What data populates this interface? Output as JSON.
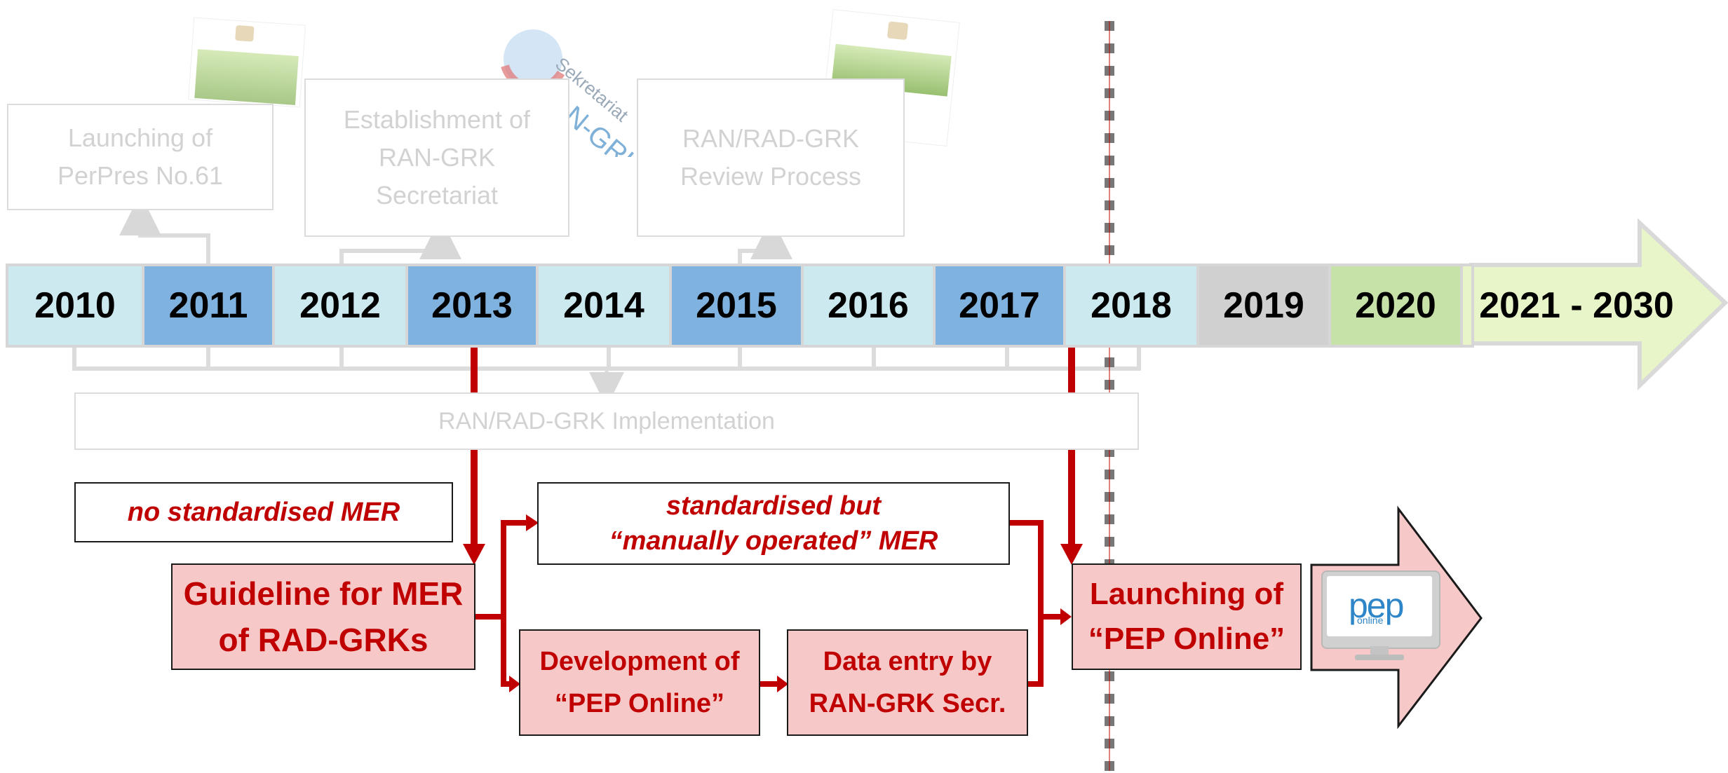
{
  "top_boxes": [
    {
      "text": "Launching of\nPerPres No.61"
    },
    {
      "text": "Establishment of\nRAN-GRK\nSecretariat"
    },
    {
      "text": "RAN/RAD-GRK\nReview Process"
    }
  ],
  "implementation_label": "RAN/RAD-GRK Implementation",
  "logo_text": {
    "line1": "Sekretariat",
    "line2": "RAN-GRK"
  },
  "years": [
    {
      "label": "2010",
      "color": "#cde9f0"
    },
    {
      "label": "2011",
      "color": "#7fb2de"
    },
    {
      "label": "2012",
      "color": "#cde9f0"
    },
    {
      "label": "2013",
      "color": "#7fb2de"
    },
    {
      "label": "2014",
      "color": "#cde9f0"
    },
    {
      "label": "2015",
      "color": "#7fb2de"
    },
    {
      "label": "2016",
      "color": "#cde9f0"
    },
    {
      "label": "2017",
      "color": "#7fb2de"
    },
    {
      "label": "2018",
      "color": "#cde9f0"
    },
    {
      "label": "2019",
      "color": "#d0d0d0"
    },
    {
      "label": "2020",
      "color": "#c6e2a8"
    },
    {
      "label": "2021 - 2030",
      "color": "#e8f5c8"
    }
  ],
  "mer": {
    "no_standard": "no standardised MER",
    "standard_manual": "standardised but\n“manually operated” MER",
    "guideline": "Guideline for MER\nof RAD-GRKs",
    "development": "Development of\n“PEP Online”",
    "data_entry": "Data entry by\nRAN-GRK Secr.",
    "launching": "Launching of\n“PEP Online”"
  },
  "pep_logo": {
    "main": "pep",
    "sub": "online"
  },
  "colors": {
    "red": "#c00000",
    "red_fill": "#f7c8c8",
    "arrow_fill": "#f7c8c8",
    "timeline_arrow": "#e8f5c8",
    "dashed_line": "#777777"
  }
}
